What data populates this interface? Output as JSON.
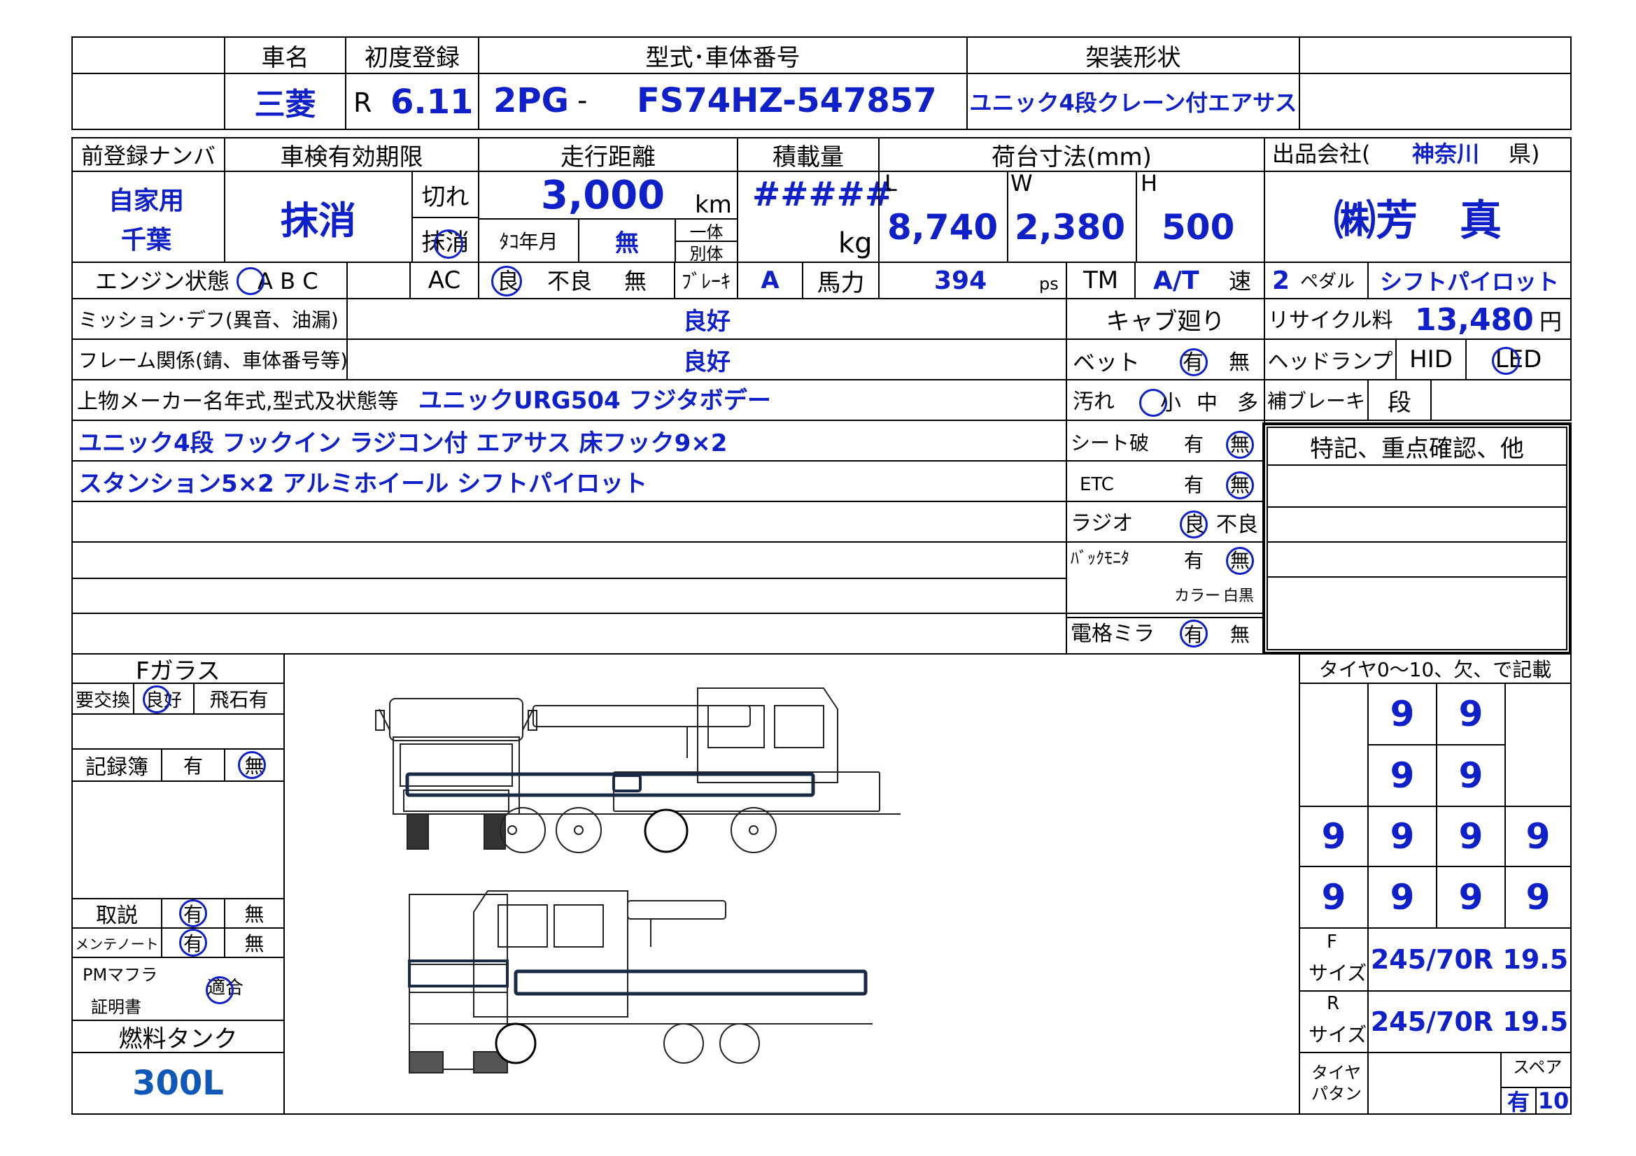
{
  "header": {
    "col_name": "車名",
    "col_first_reg": "初度登録",
    "col_model": "型式･車体番号",
    "col_body": "架装形状",
    "maker": "三菱",
    "era": "R",
    "reg_date": "6.11",
    "model_prefix": "2PG",
    "dash": "-",
    "chassis": "FS74HZ-547857",
    "body_type": "ユニック4段クレーン付エアサス"
  },
  "row2": {
    "prev_plate_label": "前登録ナンバ",
    "inspect_label": "車検有効期限",
    "mileage_label": "走行距離",
    "load_label": "積載量",
    "cargo_label": "荷台寸法(mm)",
    "seller_label": "出品会社(",
    "seller_pref": "神奈川",
    "seller_suffix": "県)",
    "use": "自家用",
    "plate_area": "千葉",
    "inspect_value": "抹消",
    "expired": "切れ",
    "cancelled": "抹消",
    "mileage": "3,000",
    "km": "km",
    "tacho_label": "ﾀｺ年月",
    "tacho_value": "無",
    "ittai": "一体",
    "betsutai": "別体",
    "load_value": "#####",
    "kg": "kg",
    "L": "L",
    "W": "W",
    "H": "H",
    "L_val": "8,740",
    "W_val": "2,380",
    "H_val": "500",
    "company": "㈱芳　真"
  },
  "row3": {
    "engine_label": "エンジン状態",
    "grades": "A B C",
    "ac": "AC",
    "good": "良",
    "bad": "不良",
    "none": "無",
    "brake": "ﾌﾞﾚｰｷ",
    "brake_val": "A",
    "hp_label": "馬力",
    "hp": "394",
    "ps": "ps",
    "tm": "TM",
    "tm_val": "A/T",
    "speed": "速",
    "speed_val": "2",
    "pedal": "ペダル",
    "shift": "シフトパイロット"
  },
  "rows": {
    "mission_label": "ミッション･デフ(異音、油漏)",
    "mission_val": "良好",
    "frame_label": "フレーム関係(錆、車体番号等)",
    "frame_val": "良好",
    "body_label": "上物メーカー名年式,型式及状態等",
    "body_val": "ユニックURG504 フジタボデー",
    "line1": "ユニック4段 フックイン ラジコン付 エアサス 床フック9×2",
    "line2": "スタンション5×2 アルミホイール シフトパイロット"
  },
  "cab": {
    "title": "キャブ廻り",
    "bed": "ベット",
    "yes": "有",
    "no": "無",
    "dirt": "汚れ",
    "small": "小",
    "mid": "中",
    "many": "多",
    "seat": "シート破",
    "etc": "ETC",
    "radio": "ラジオ",
    "radio_good": "良",
    "radio_bad": "不良",
    "back": "ﾊﾞｯｸﾓﾆﾀ",
    "color": "カラー",
    "color_val": "白黒",
    "mirror": "電格ミラ"
  },
  "right": {
    "recycle": "リサイクル料",
    "recycle_val": "13,480",
    "yen": "円",
    "head": "ヘッドランプ",
    "hid": "HID",
    "led": "LED",
    "aux": "補ブレーキ",
    "aux_val": "段",
    "notes": "特記、重点確認、他"
  },
  "left": {
    "fglass": "Fガラス",
    "replace": "要交換",
    "good": "良好",
    "chip": "飛石有",
    "record": "記録簿",
    "yes": "有",
    "no": "無",
    "manual": "取説",
    "maint": "メンテノート",
    "pm1": "PMマフラ",
    "pm2": "証明書",
    "pm_val": "適合",
    "fuel": "燃料タンク",
    "fuel_val": "300L"
  },
  "tire": {
    "title": "タイヤ0〜10、欠、で記載",
    "r1": [
      "9",
      "9"
    ],
    "r2": [
      "9",
      "9"
    ],
    "r3": [
      "9",
      "9",
      "9",
      "9"
    ],
    "r4": [
      "9",
      "9",
      "9",
      "9"
    ],
    "f": "F",
    "r": "R",
    "size": "サイズ",
    "f_size": "245/70R 19.5",
    "r_size": "245/70R 19.5",
    "pattern1": "タイヤ",
    "pattern2": "パタン",
    "spare": "スペア",
    "spare_yes": "有",
    "spare_val": "10"
  }
}
